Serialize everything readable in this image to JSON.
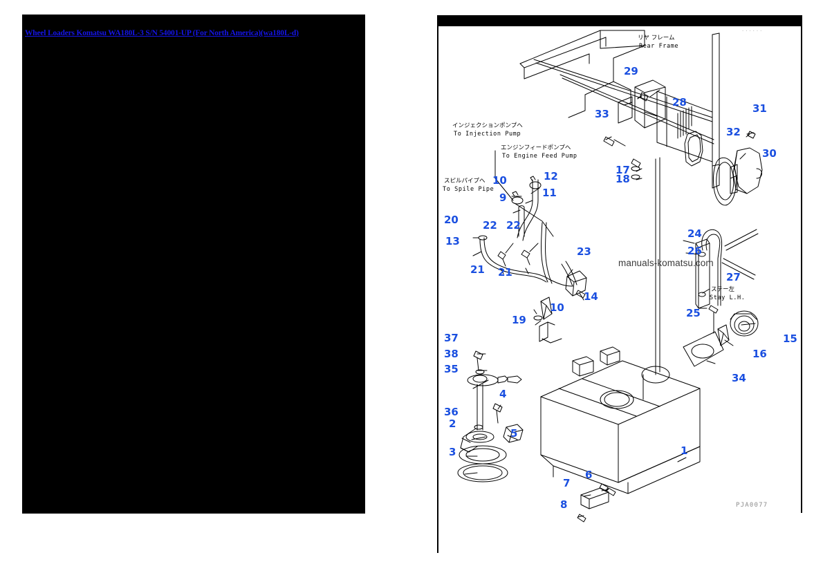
{
  "document": {
    "title_link": "Wheel Loaders Komatsu WA180L-3 S/N 54001-UP (For North America)(wa180L-d)",
    "link_color": "#1414e6",
    "page_background": "#ffffff",
    "left_page_background": "#000000"
  },
  "diagram": {
    "watermark": "manuals-komatsu.com",
    "part_code": "PJA0077",
    "top_code": "......",
    "callout_color": "#1a4fe0",
    "labels": [
      {
        "jp": "リヤ フレーム",
        "en": "Rear Frame"
      },
      {
        "jp": "インジェクションポンプへ",
        "en": "To Injection Pump"
      },
      {
        "jp": "エンジンフィードポンプへ",
        "en": "To Engine Feed Pump"
      },
      {
        "jp": "スピルパイプへ",
        "en": "To Spile Pipe"
      },
      {
        "jp": "ステー左",
        "en": "Stay L.H."
      }
    ],
    "label_rear_frame_jp": "リヤ フレーム",
    "label_rear_frame_en": "Rear Frame",
    "label_injection_jp": "インジェクションポンプへ",
    "label_injection_en": "To Injection Pump",
    "label_feed_jp": "エンジンフィードポンプへ",
    "label_feed_en": "To Engine Feed Pump",
    "label_spile_jp": "スピルパイプへ",
    "label_spile_en": "To Spile Pipe",
    "label_stay_jp": "ステー左",
    "label_stay_en": "Stay L.H.",
    "callouts": [
      {
        "id": "c1",
        "n": "1"
      },
      {
        "id": "c2",
        "n": "2"
      },
      {
        "id": "c3",
        "n": "3"
      },
      {
        "id": "c4",
        "n": "4"
      },
      {
        "id": "c5",
        "n": "5"
      },
      {
        "id": "c6",
        "n": "6"
      },
      {
        "id": "c7",
        "n": "7"
      },
      {
        "id": "c8",
        "n": "8"
      },
      {
        "id": "c9",
        "n": "9"
      },
      {
        "id": "c10a",
        "n": "10"
      },
      {
        "id": "c10b",
        "n": "10"
      },
      {
        "id": "c11",
        "n": "11"
      },
      {
        "id": "c12",
        "n": "12"
      },
      {
        "id": "c13",
        "n": "13"
      },
      {
        "id": "c14",
        "n": "14"
      },
      {
        "id": "c15",
        "n": "15"
      },
      {
        "id": "c16",
        "n": "16"
      },
      {
        "id": "c17",
        "n": "17"
      },
      {
        "id": "c18",
        "n": "18"
      },
      {
        "id": "c19",
        "n": "19"
      },
      {
        "id": "c20",
        "n": "20"
      },
      {
        "id": "c21a",
        "n": "21"
      },
      {
        "id": "c21b",
        "n": "21"
      },
      {
        "id": "c22a",
        "n": "22"
      },
      {
        "id": "c22b",
        "n": "22"
      },
      {
        "id": "c23",
        "n": "23"
      },
      {
        "id": "c24",
        "n": "24"
      },
      {
        "id": "c25",
        "n": "25"
      },
      {
        "id": "c26",
        "n": "26"
      },
      {
        "id": "c27",
        "n": "27"
      },
      {
        "id": "c28",
        "n": "28"
      },
      {
        "id": "c29",
        "n": "29"
      },
      {
        "id": "c30",
        "n": "30"
      },
      {
        "id": "c31",
        "n": "31"
      },
      {
        "id": "c32",
        "n": "32"
      },
      {
        "id": "c33",
        "n": "33"
      },
      {
        "id": "c34",
        "n": "34"
      },
      {
        "id": "c35",
        "n": "35"
      },
      {
        "id": "c36",
        "n": "36"
      },
      {
        "id": "c37",
        "n": "37"
      },
      {
        "id": "c38",
        "n": "38"
      }
    ]
  }
}
